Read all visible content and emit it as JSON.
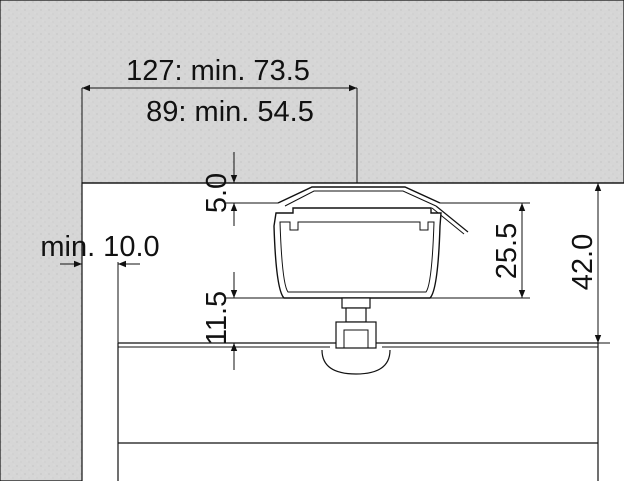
{
  "drawing": {
    "wall_label_127": "127: min. 73.5",
    "wall_label_89": "89: min. 54.5",
    "dim_top_gap": "5.0",
    "dim_bottom_gap": "11.5",
    "dim_profile_height": "25.5",
    "dim_total_height": "42.0",
    "dim_side_clearance": "min. 10.0",
    "wall_color": "#d7d7d7",
    "line_color": "#111111"
  }
}
